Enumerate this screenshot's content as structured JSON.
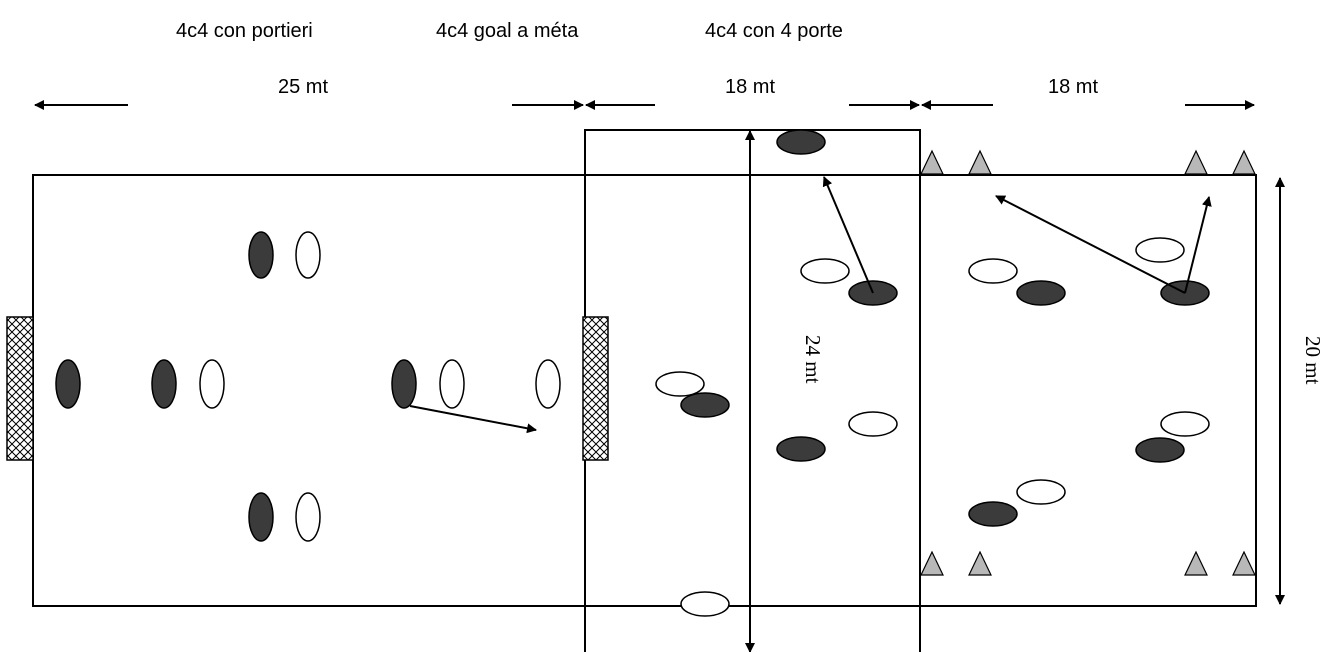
{
  "titles": {
    "drill_1": "4c4 con portieri",
    "drill_2": "4c4 goal a méta",
    "drill_3": "4c4 con 4 porte"
  },
  "dimensions": {
    "left_width": "25 mt",
    "middle_width": "18 mt",
    "right_width": "18 mt",
    "middle_height": "24 mt",
    "right_height": "20 mt"
  },
  "colors": {
    "team_dark": "#3b3b3b",
    "team_light": "#ffffff",
    "cone": "#b8b8b8",
    "lines": "#000000"
  },
  "legend_icons": [
    "dark-player-icon",
    "light-player-icon",
    "cone-icon",
    "goal-net-icon",
    "arrow-icon"
  ]
}
